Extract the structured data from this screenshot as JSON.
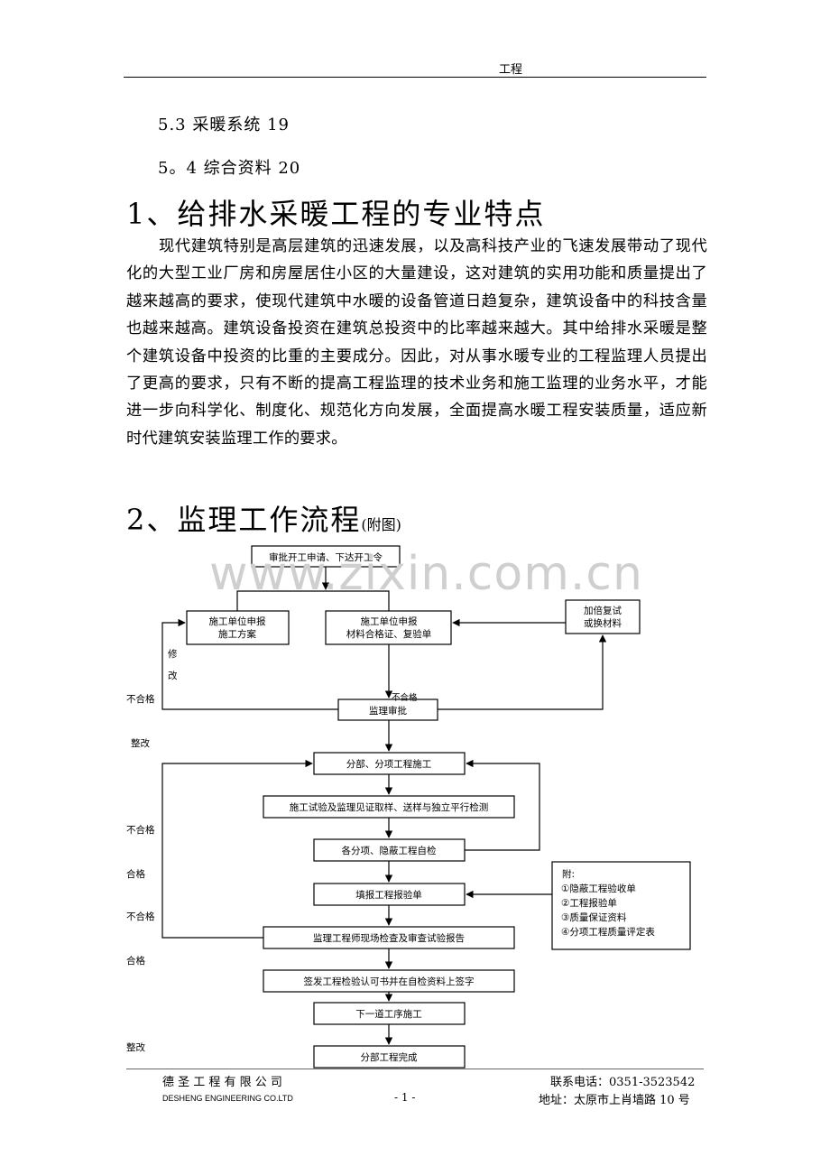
{
  "header": {
    "title": "工程"
  },
  "toc": [
    {
      "text": "5.3 采暖系统 19"
    },
    {
      "text": "5。4 综合资料 20"
    }
  ],
  "section1": {
    "title": "1、给排水采暖工程的专业特点",
    "paragraph": "现代建筑特别是高层建筑的迅速发展，以及高科技产业的飞速发展带动了现代化的大型工业厂房和房屋居住小区的大量建设，这对建筑的实用功能和质量提出了越来越高的要求，使现代建筑中水暖的设备管道日趋复杂，建筑设备中的科技含量也越来越高。建筑设备投资在建筑总投资中的比率越来越大。其中给排水采暖是整个建筑设备中投资的比重的主要成分。因此，对从事水暖专业的工程监理人员提出了更高的要求，只有不断的提高工程监理的技术业务和施工监理的业务水平，才能进一步向科学化、制度化、规范化方向发展，全面提高水暖工程安装质量，适应新时代建筑安装监理工作的要求。"
  },
  "section2": {
    "title": "2、监理工作流程",
    "note": "(附图)"
  },
  "watermark": "www.zixin.com.cn",
  "flowchart": {
    "boxes": {
      "approve_start": "审批开工申请、下达开工令",
      "plan_1": "施工单位申报",
      "plan_2": "施工方案",
      "material_1": "施工单位申报",
      "material_2": "材料合格证、复验单",
      "retest_1": "加倍复试",
      "retest_2": "或换材料",
      "supervisor_approve": "监理审批",
      "subproject": "分部、分项工程施工",
      "testing": "施工试验及监理见证取样、送样与独立平行检测",
      "self_check": "各分项、隐蔽工程自检",
      "report": "填报工程报验单",
      "inspection": "监理工程师现场检查及审查试验报告",
      "sign": "签发工程检验认可书并在自检资料上签字",
      "next": "下一道工序施工",
      "complete": "分部工程完成"
    },
    "attachment": {
      "title": "附:",
      "items": [
        "①隐蔽工程验收单",
        "②工程报验单",
        "③质量保证资料",
        "④分项工程质量评定表"
      ]
    },
    "labels": {
      "modify_1": "修",
      "modify_2": "改",
      "fail_1": "不合格",
      "rectify_1": "整改",
      "fail_2": "不合格",
      "pass_1": "合格",
      "fail_3": "不合格",
      "pass_2": "合格",
      "rectify_2": "整改",
      "fail_inner": "不合格"
    }
  },
  "footer": {
    "company_cn": "德 圣 工 程 有 限 公 司",
    "company_en": "DESHENG ENGINEERING CO.LTD",
    "page": "- 1 -",
    "phone": "联系电话：0351-3523542",
    "address": "地址：太原市上肖墙路 10 号"
  }
}
